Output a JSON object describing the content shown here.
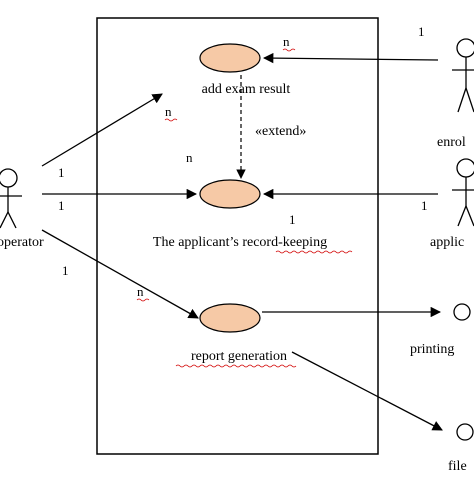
{
  "colors": {
    "use_case_fill": "#f6c9a6",
    "line": "#000000",
    "spell_underline": "#d20000"
  },
  "use_cases": {
    "add_exam_result": "add exam result",
    "record_keeping": "The applicant’s record-keeping",
    "report_generation": "report generation"
  },
  "actors": {
    "operator": "operator",
    "enrollee": "enrol",
    "applicant": "applic",
    "printing": "printing",
    "file": "file"
  },
  "stereotype": "«extend»",
  "multiplicities": {
    "enrollee_end": "1",
    "enrollee_case_end": "n",
    "operator_to_add_case_end": "n",
    "operator_to_add_operator_end": "1",
    "extend_n": "n",
    "operator_to_record_operator_end": "1",
    "applicant_case_end": "1",
    "applicant_end": "1",
    "operator_to_report_operator_end": "1",
    "operator_to_report_case_end": "n"
  }
}
